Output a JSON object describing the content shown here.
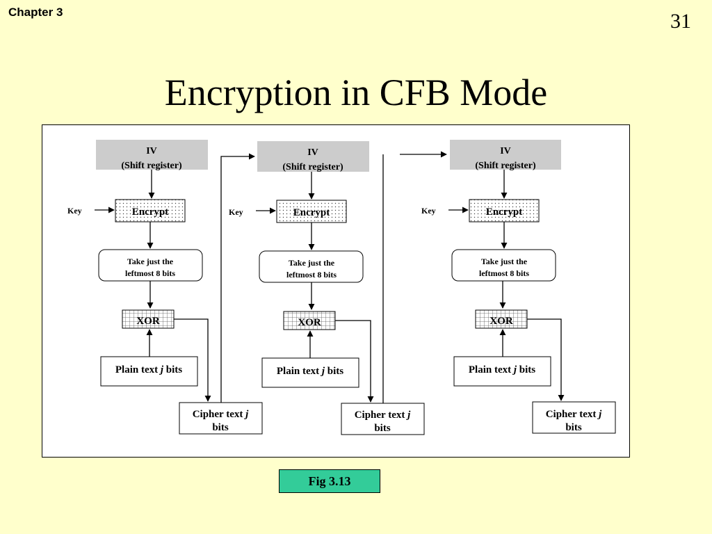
{
  "header": {
    "chapter": "Chapter 3",
    "slide_number": "31"
  },
  "slide": {
    "title": "Encryption in CFB Mode"
  },
  "diagram": {
    "stages": [
      {
        "register_line1": "IV",
        "register_line2": "(Shift register)",
        "key": "Key",
        "encrypt": "Encrypt",
        "select_line1": "Take just the",
        "select_line2": "leftmost 8 bits",
        "xor": "XOR",
        "plain_prefix": "Plain text ",
        "plain_var": "j",
        "plain_suffix": " bits",
        "cipher_prefix": "Cipher text ",
        "cipher_var": "j",
        "cipher_line2": "bits"
      },
      {
        "register_line1": "IV",
        "register_line2": "(Shift register)",
        "key": "Key",
        "encrypt": "Encrypt",
        "select_line1": "Take just the",
        "select_line2": "leftmost 8 bits",
        "xor": "XOR",
        "plain_prefix": "Plain text ",
        "plain_var": "j",
        "plain_suffix": " bits",
        "cipher_prefix": "Cipher text ",
        "cipher_var": "j",
        "cipher_line2": "bits"
      },
      {
        "register_line1": "IV",
        "register_line2": "(Shift register)",
        "key": "Key",
        "encrypt": "Encrypt",
        "select_line1": "Take just the",
        "select_line2": "leftmost 8 bits",
        "xor": "XOR",
        "plain_prefix": "Plain text ",
        "plain_var": "j",
        "plain_suffix": " bits",
        "cipher_prefix": "Cipher text ",
        "cipher_var": "j",
        "cipher_line2": "bits"
      }
    ]
  },
  "figure": {
    "caption": "Fig 3.13"
  },
  "colors": {
    "background": "#ffffcc",
    "register_fill": "#cccccc",
    "caption_fill": "#33cc99"
  }
}
